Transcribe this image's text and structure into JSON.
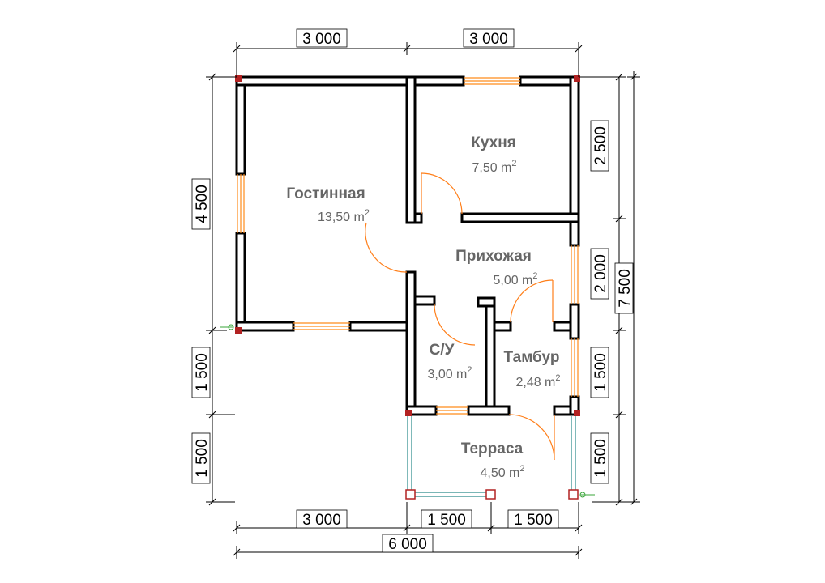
{
  "rooms": {
    "living": {
      "name": "Гостинная",
      "area": "13,50 m",
      "unit_sup": "2"
    },
    "kitchen": {
      "name": "Кухня",
      "area": "7,50 m",
      "unit_sup": "2"
    },
    "hall": {
      "name": "Прихожая",
      "area": "5,00 m",
      "unit_sup": "2"
    },
    "bathroom": {
      "name": "С/У",
      "area": "3,00 m",
      "unit_sup": "2"
    },
    "vestibule": {
      "name": "Тамбур",
      "area": "2,48 m",
      "unit_sup": "2"
    },
    "terrace": {
      "name": "Терраса",
      "area": "4,50 m",
      "unit_sup": "2"
    }
  },
  "dimensions": {
    "top": [
      "3 000",
      "3 000"
    ],
    "bottom_parts": [
      "3 000",
      "1 500",
      "1 500"
    ],
    "bottom_total": "6 000",
    "left": [
      "4 500",
      "1 500",
      "1 500"
    ],
    "right": [
      "2 500",
      "2 000",
      "1 500",
      "1 500"
    ],
    "right_total": "7 500"
  },
  "colors": {
    "wall": "#000000",
    "window": "#ff8c1a",
    "door_swing": "#ff7f1a",
    "corner_post": "#b22222",
    "terrace_rail": "#2a8a8a",
    "dimension_line": "#000000",
    "label_text": "#666666"
  }
}
